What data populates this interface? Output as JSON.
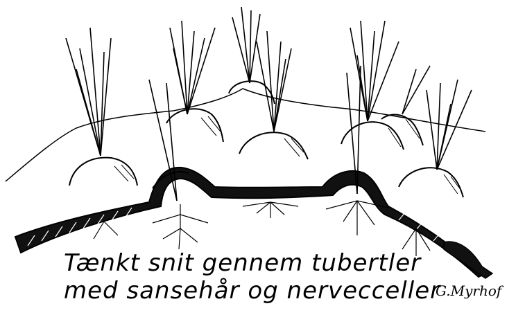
{
  "caption": {
    "line1": "Tænkt snit gennem tubertler",
    "line2": "med sansehår og nervecceller"
  },
  "signature": "G.Myrhof",
  "colors": {
    "ink": "#000000",
    "paper": "#ffffff"
  }
}
